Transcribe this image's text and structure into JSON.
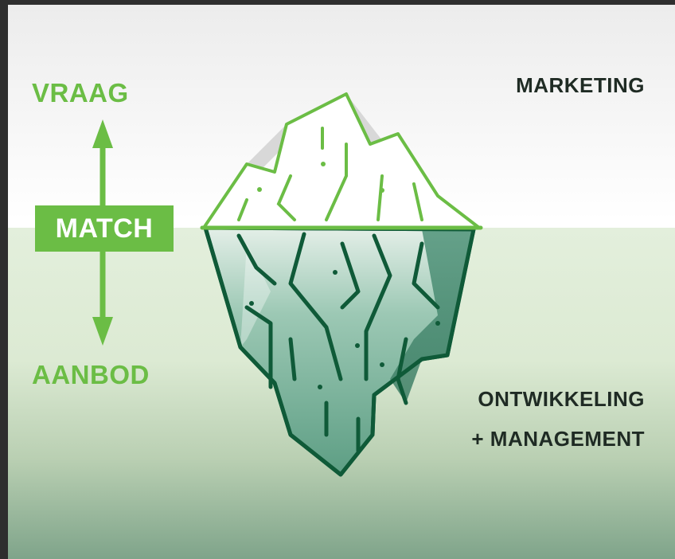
{
  "labels": {
    "top_left": "VRAAG",
    "center_left": "MATCH",
    "bottom_left": "AANBOD",
    "top_right": "MARKETING",
    "bottom_right_line1": "ONTWIKKELING",
    "bottom_right_line2": "+ MANAGEMENT"
  },
  "colors": {
    "accent_green": "#6bbd45",
    "dark_green": "#0f5a38",
    "text_dark": "#1f2b24",
    "iceberg_underwater": "#6aa891",
    "water_light": "#e3efdc"
  },
  "icons": [
    "double-arrow-icon",
    "iceberg-icon"
  ]
}
